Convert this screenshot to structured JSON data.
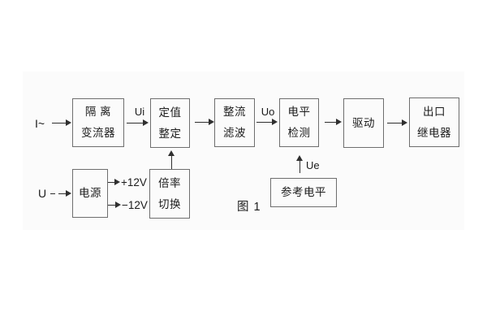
{
  "figure": {
    "caption": "图 1",
    "inputs": {
      "current": "I~",
      "voltage": "U"
    },
    "signals": {
      "ui": "Ui",
      "uo": "Uo",
      "ue": "Ue",
      "plus12v": "+12V",
      "minus12v": "−12V"
    },
    "blocks": {
      "isolation_transformer": {
        "line1": "隔 离",
        "line2": "变流器"
      },
      "setpoint_adjust": {
        "line1": "定值",
        "line2": "整定"
      },
      "rectify_filter": {
        "line1": "整流",
        "line2": "滤波"
      },
      "level_detect": {
        "line1": "电平",
        "line2": "检测"
      },
      "drive": {
        "line1": "驱动"
      },
      "output_relay": {
        "line1": "出口",
        "line2": "继电器"
      },
      "power_supply": {
        "line1": "电源"
      },
      "ratio_switch": {
        "line1": "倍率",
        "line2": "切换"
      },
      "reference_level": {
        "line1": "参考电平"
      }
    },
    "colors": {
      "line": "#2f2f2f",
      "box_border": "#6e6e6e",
      "text": "#1b1b1b",
      "panel": "#fbfbfb",
      "page": "#ffffff"
    }
  }
}
